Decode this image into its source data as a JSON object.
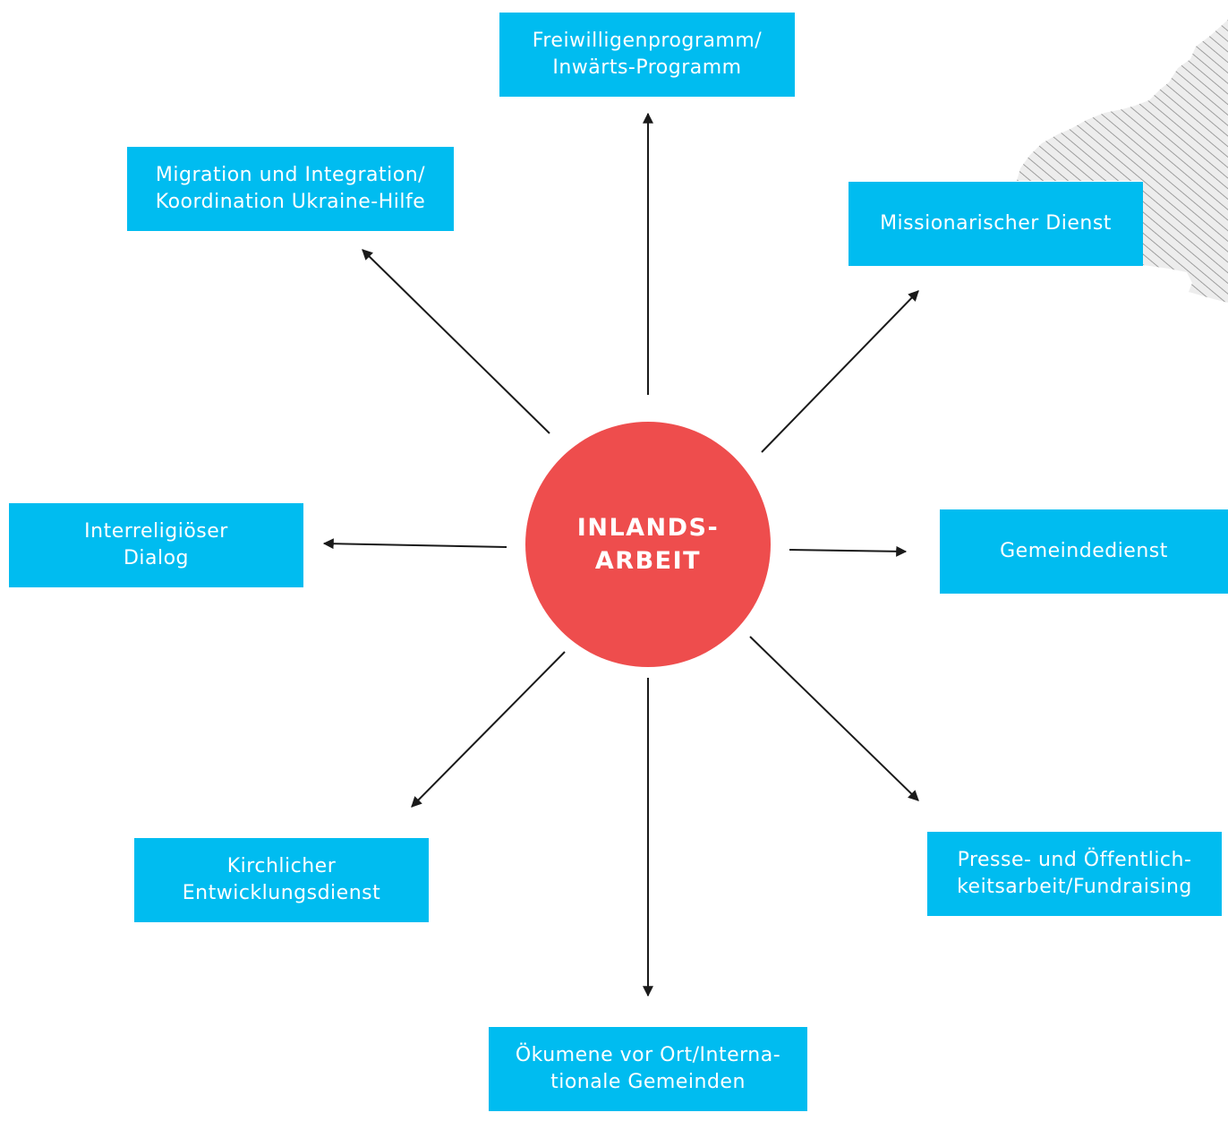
{
  "colors": {
    "box": "#00bcf0",
    "hub": "#ee4d4d",
    "arrow": "#1a1a1a",
    "hatch": "#8a8a8a",
    "hatch_bg": "#ededed"
  },
  "hub": {
    "label": "INLANDS-\nARBEIT"
  },
  "boxes": {
    "top": "Freiwilligenprogramm/\nInwärts-Programm",
    "top_left": "Migration und Integration/\nKoordination Ukraine-Hilfe",
    "top_right": "Missionarischer Dienst",
    "left": "Interreligiöser\nDialog",
    "right": "Gemeindedienst",
    "bottom_left": "Kirchlicher\nEntwicklungsdienst",
    "bottom_right": "Presse- und Öffentlich-\nkeitsarbeit/Fundraising",
    "bottom": "Ökumene vor Ort/Interna-\ntionale Gemeinden"
  }
}
